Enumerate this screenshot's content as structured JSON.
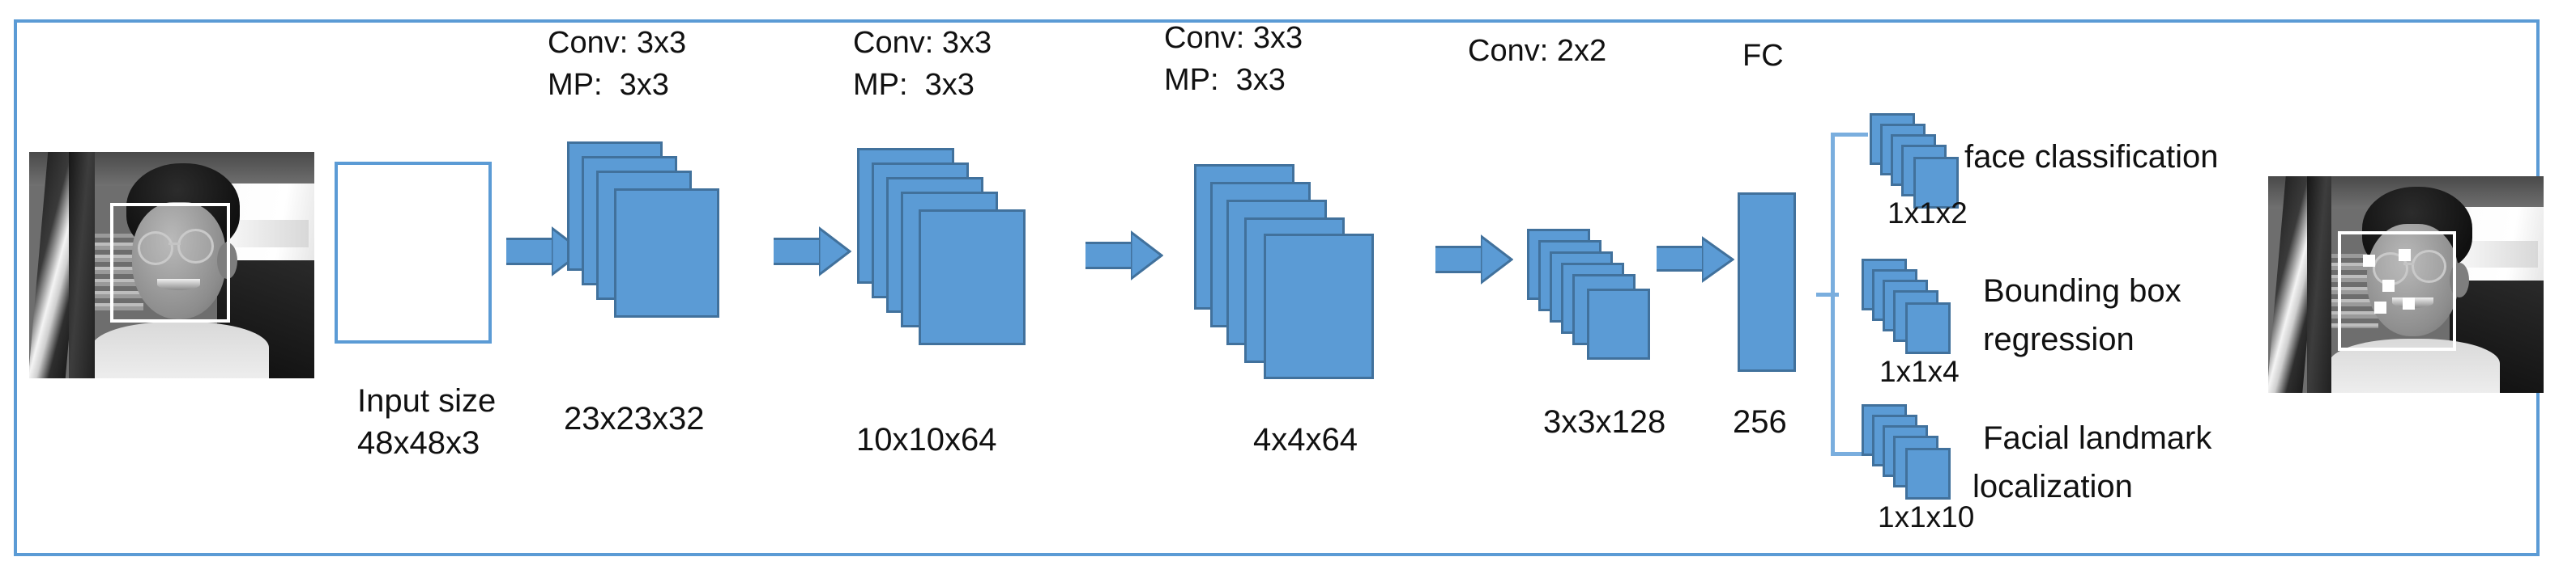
{
  "diagram": {
    "title": "Face detection CNN architecture",
    "colors": {
      "block_fill": "#5B9BD5",
      "block_border": "#41719C",
      "frame": "#5B9BD5",
      "text": "#111111"
    },
    "input_photo": {
      "name": "input-photo",
      "alt": "Grayscale photo of a person wearing glasses inside a car with a white face bounding box"
    },
    "output_photo": {
      "name": "output-photo",
      "alt": "Grayscale photo of the same person with a white bounding box and five white facial landmark points"
    },
    "input_box": {
      "label_line1": "Input size",
      "label_line2": "48x48x3"
    },
    "stages": [
      {
        "id": "conv1",
        "op_line1": "Conv: 3x3",
        "op_line2": "MP:  3x3",
        "dim": "23x23x32",
        "layers": 4
      },
      {
        "id": "conv2",
        "op_line1": "Conv: 3x3",
        "op_line2": "MP:  3x3",
        "dim": "10x10x64",
        "layers": 5
      },
      {
        "id": "conv3",
        "op_line1": "Conv: 3x3",
        "op_line2": "MP:  3x3",
        "dim": "4x4x64",
        "layers": 5
      },
      {
        "id": "conv4",
        "op_line1": "Conv: 2x2",
        "op_line2": "",
        "dim": "3x3x128",
        "layers": 6
      },
      {
        "id": "fc",
        "op_line1": "FC",
        "op_line2": "",
        "dim": "256",
        "layers": 1
      }
    ],
    "outputs": [
      {
        "id": "face-classification",
        "dim": "1x1x2",
        "label_line1": "face classification",
        "label_line2": "",
        "layers": 5
      },
      {
        "id": "bounding-box-regression",
        "dim": "1x1x4",
        "label_line1": "Bounding box",
        "label_line2": "regression",
        "layers": 5
      },
      {
        "id": "facial-landmark-localization",
        "dim": "1x1x10",
        "label_line1": "Facial landmark",
        "label_line2": "localization",
        "layers": 5
      }
    ]
  }
}
